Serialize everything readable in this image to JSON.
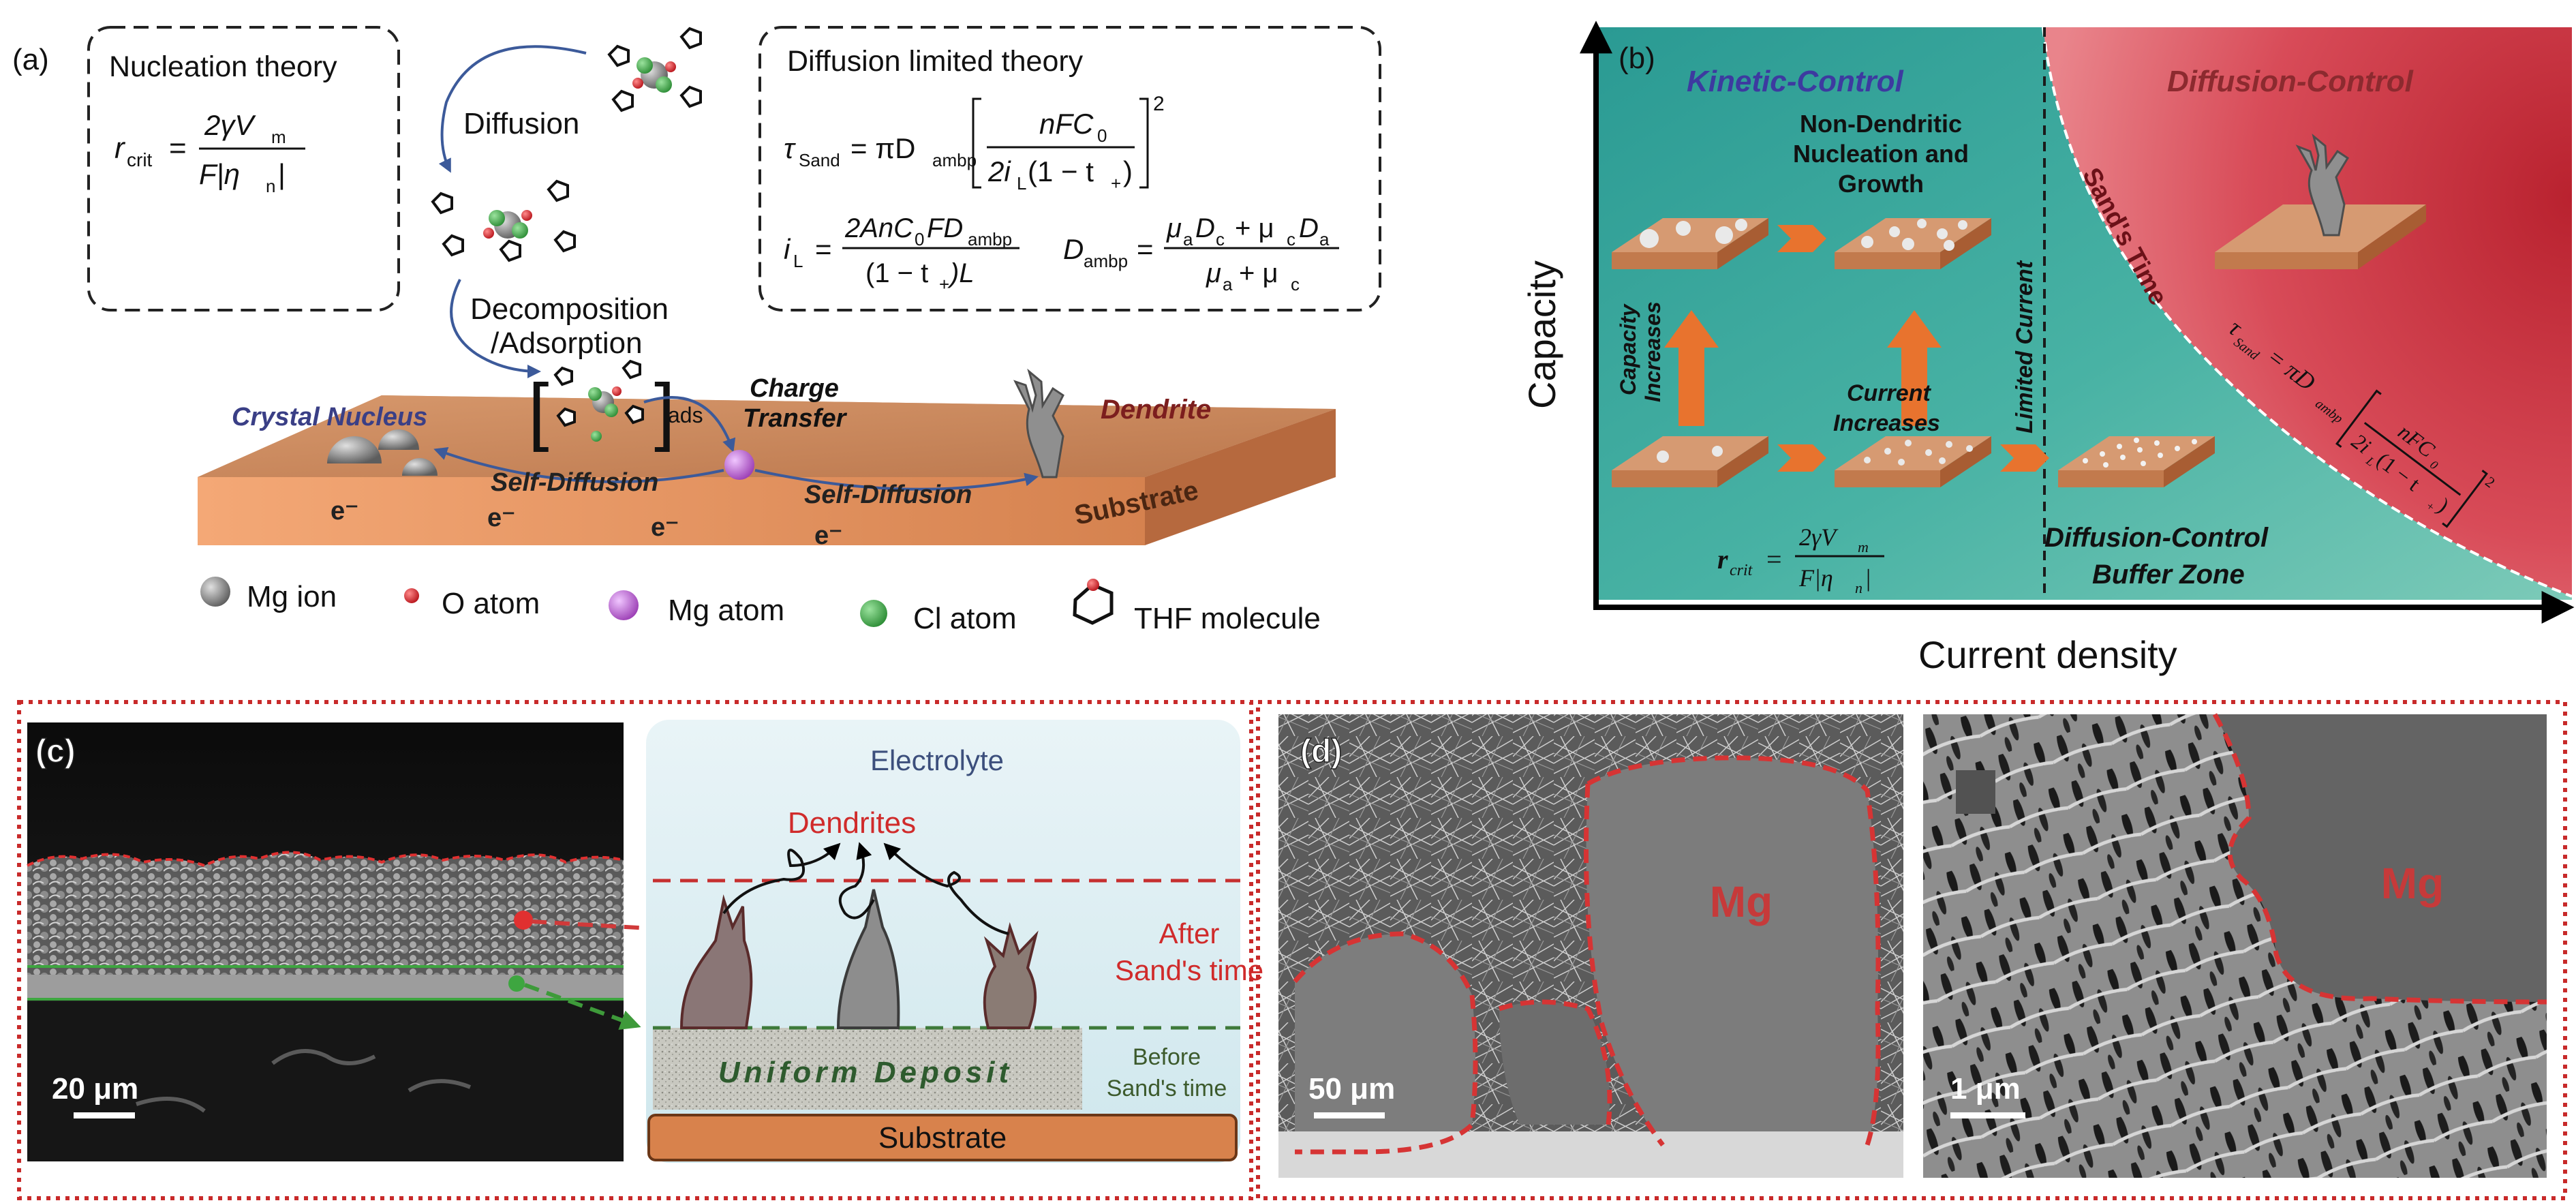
{
  "panel_a": {
    "panel_label": "(a)",
    "nucleation": {
      "title": "Nucleation theory",
      "r": "r",
      "r_sub": "crit",
      "eq": "=",
      "num": "2γV",
      "num_sub": "m",
      "den": "F|η",
      "den_sub": "n",
      "den_end": "|"
    },
    "diffusion_label": "Diffusion",
    "decomposition_label": "Decomposition",
    "adsorption_label": "/Adsorption",
    "ads_sub": "ads",
    "diffusion_theory": {
      "title": "Diffusion limited theory",
      "tau": "τ",
      "tau_sub": "Sand",
      "eq1": "= πD",
      "d_sub": "ambp",
      "num1": "nFC",
      "num1_sub": "0",
      "den1": "2i",
      "den1_sub": "L",
      "den1_end": "(1 − t",
      "den1_plus": "+",
      "den1_close": ")",
      "sq": "2",
      "i": "i",
      "i_sub": "L",
      "eq2": "=",
      "num2": "2AnC",
      "num2_sub": "0",
      "num2_end": "FD",
      "num2_sub2": "ambp",
      "den2": "(1 − t",
      "den2_plus": "+",
      "den2_end": ")L",
      "d": "D",
      "eq3": "=",
      "num3": "μ",
      "num3_a": "a",
      "num3_d": "D",
      "num3_c": "c",
      "num3_plus": "+ μ",
      "num3_c2": "c",
      "num3_d2": "D",
      "num3_a2": "a",
      "den3": "μ",
      "den3_a": "a",
      "den3_plus": "+ μ",
      "den3_c": "c"
    },
    "crystal_nucleus": "Crystal Nucleus",
    "charge_transfer_1": "Charge",
    "charge_transfer_2": "Transfer",
    "dendrite": "Dendrite",
    "self_diffusion_1": "Self-Diffusion",
    "self_diffusion_2": "Self-Diffusion",
    "substrate": "Substrate",
    "electron": "e⁻",
    "legend": [
      {
        "label": "Mg ion",
        "color": "#7d7d7d"
      },
      {
        "label": "O atom",
        "color": "#d8242a"
      },
      {
        "label": "Mg atom",
        "color": "#b45bc9"
      },
      {
        "label": "Cl atom",
        "color": "#39a845"
      },
      {
        "label": "THF molecule",
        "color": "#000000"
      }
    ]
  },
  "panel_b": {
    "panel_label": "(b)",
    "y_axis": "Capacity",
    "x_axis": "Current density",
    "kinetic": "Kinetic-Control",
    "diffusion": "Diffusion-Control",
    "non_dendritic_1": "Non-Dendritic",
    "non_dendritic_2": "Nucleation and",
    "non_dendritic_3": "Growth",
    "capacity_increases_1": "Capacity",
    "capacity_increases_2": "Increases",
    "current_increases_1": "Current",
    "current_increases_2": "Increases",
    "limited_current": "Limited Current",
    "sands_time": "Sand's Time",
    "buffer_1": "Diffusion-Control",
    "buffer_2": "Buffer Zone",
    "rcrit_r": "r",
    "rcrit_sub": "crit",
    "rcrit_eq": "=",
    "rcrit_num": "2γV",
    "rcrit_num_sub": "m",
    "rcrit_den": "F|η",
    "rcrit_den_sub": "n",
    "rcrit_den_end": "|",
    "sand_eq": "τ",
    "sand_eq_sub": "Sand",
    "sand_eq_rest": "= πD",
    "sand_eq_d_sub": "ambp",
    "sand_frac_num": "nFC",
    "sand_frac_num_sub": "0",
    "sand_frac_den": "2i",
    "sand_frac_den_sub": "L",
    "sand_frac_den_end": "(1 − t",
    "sand_frac_den_plus": "+",
    "sand_frac_den_close": ")",
    "sand_sq": "2",
    "colors": {
      "teal": "#2e9c94",
      "red": "#cf4050"
    }
  },
  "panel_c": {
    "panel_label": "(c)",
    "scale_bar": "20 μm",
    "electrolyte": "Electrolyte",
    "dendrites": "Dendrites",
    "after_1": "After",
    "after_2": "Sand's time",
    "before_1": "Before",
    "before_2": "Sand's time",
    "uniform": "Uniform  Deposit",
    "substrate": "Substrate"
  },
  "panel_d": {
    "panel_label": "(d)",
    "mg_left": "Mg",
    "mg_right": "Mg",
    "scale_left": "50 μm",
    "scale_right": "1 μm"
  }
}
